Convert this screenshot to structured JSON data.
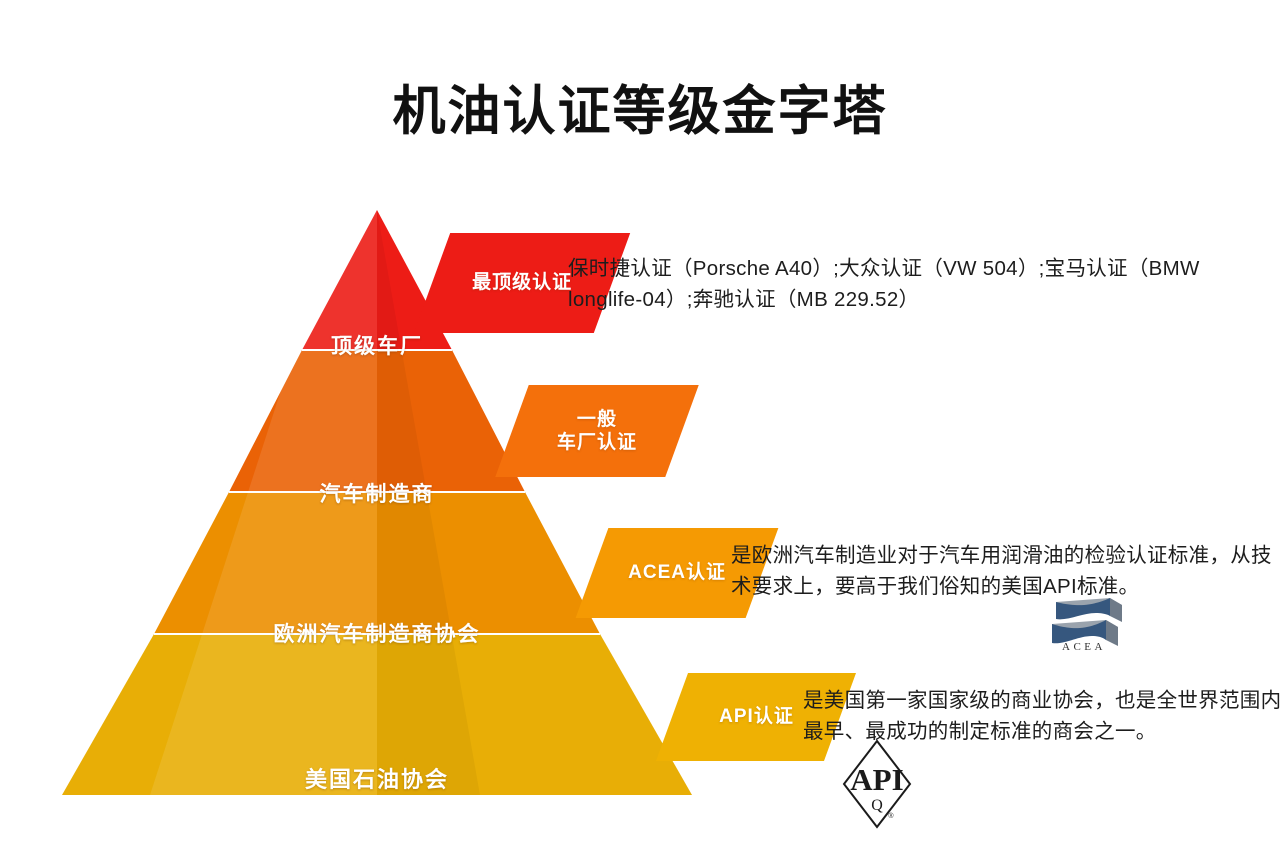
{
  "page": {
    "title": "机油认证等级金字塔",
    "background_color": "#FFFFFF"
  },
  "pyramid": {
    "tiers": [
      {
        "id": "top-oem",
        "tier_label": "顶级车厂",
        "badge_label": "最顶级认证",
        "badge_lines": [
          "最顶级认证"
        ],
        "color": "#ED1C16",
        "badge_color": "#ED1C16",
        "description": "保时捷认证（Porsche A40）;大众认证（VW 504）;宝马认证（BMW longlife-04）;奔驰认证（MB 229.52）",
        "logo": ""
      },
      {
        "id": "oem",
        "tier_label": "汽车制造商",
        "badge_label": "一般车厂认证",
        "badge_lines": [
          "一般",
          "车厂认证"
        ],
        "color": "#EA6206",
        "badge_color": "#F4700B",
        "description": "",
        "logo": ""
      },
      {
        "id": "acea",
        "tier_label": "欧洲汽车制造商协会",
        "badge_label": "ACEA认证",
        "badge_lines": [
          "ACEA认证"
        ],
        "color": "#EC8F00",
        "badge_color": "#F59A03",
        "description": "是欧洲汽车制造业对于汽车用润滑油的检验认证标准，从技术要求上，要高于我们俗知的美国API标准。",
        "logo": "acea-logo",
        "logo_caption": "ACEA"
      },
      {
        "id": "api",
        "tier_label": "美国石油协会",
        "badge_label": "API认证",
        "badge_lines": [
          "API认证"
        ],
        "color": "#E8AE06",
        "badge_color": "#EFB103",
        "description": "是美国第一家国家级的商业协会，也是全世界范围内最早、最成功的制定标准的商会之一。",
        "logo": "api-logo",
        "logo_caption": "API"
      }
    ]
  },
  "colors": {
    "tier_top": "#ED1C16",
    "tier_oem": "#EA6206",
    "tier_acea": "#EC8F00",
    "tier_api": "#E8AE06",
    "highlight_overlay": "rgba(255,255,255,0.12)",
    "text_dark": "#1D1D1D",
    "text_light": "#FFFFFF"
  }
}
